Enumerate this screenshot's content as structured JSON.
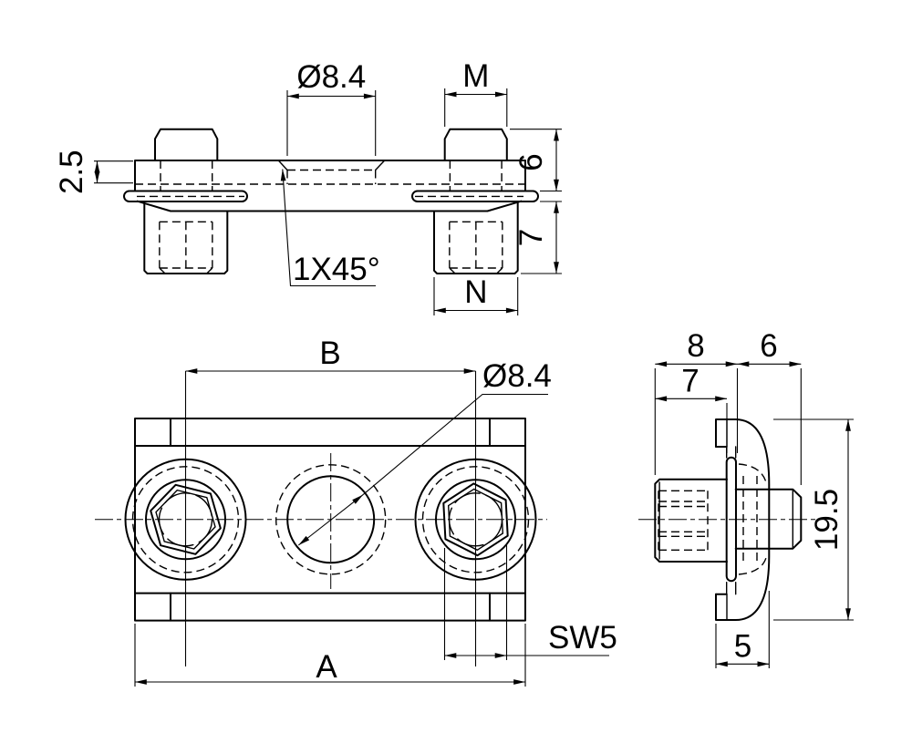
{
  "drawing": {
    "background": "#ffffff",
    "line_color": "#000000",
    "front_view": {
      "hole_diameter": "Ø8.4",
      "thread_size": "M",
      "plate_thickness": "2.5",
      "head_height": "6",
      "boss_height": "7",
      "boss_diameter": "N",
      "chamfer": "1X45°"
    },
    "plan_view": {
      "hole_spacing": "B",
      "hole_diameter": "Ø8.4",
      "overall_length": "A",
      "wrench_size": "SW5"
    },
    "side_view": {
      "overall_width": "8",
      "stud_length": "6",
      "boss_length": "7",
      "overall_height": "19.5",
      "lip_width": "5"
    }
  }
}
